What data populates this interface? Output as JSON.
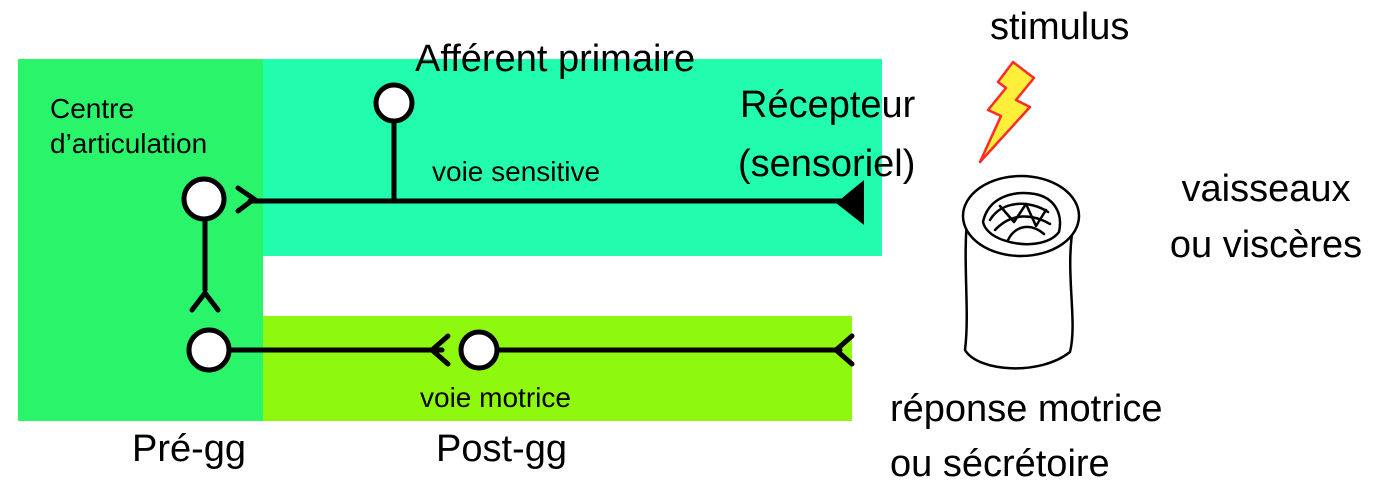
{
  "labels": {
    "stimulus": "stimulus",
    "afferent": "Afférent primaire",
    "centre_line1": "Centre",
    "centre_line2": "d’articulation",
    "recepteur_line1": "Récepteur",
    "recepteur_line2": "(sensoriel)",
    "voie_sensitive": "voie sensitive",
    "vaisseaux_line1": "vaisseaux",
    "vaisseaux_line2": "ou viscères",
    "voie_motrice": "voie motrice",
    "reponse_line1": "réponse motrice",
    "reponse_line2": "ou sécrétoire",
    "pre_gg": "Pré-gg",
    "post_gg": "Post-gg"
  },
  "colors": {
    "centre_region": "#2af56a",
    "sensory_region": "#22fdad",
    "motor_region": "#8ef90e",
    "stimulus_fill": "#ffee3a",
    "stimulus_stroke": "#ff2a2a",
    "nerve": "#000000",
    "neuron_fill": "#ffffff"
  }
}
